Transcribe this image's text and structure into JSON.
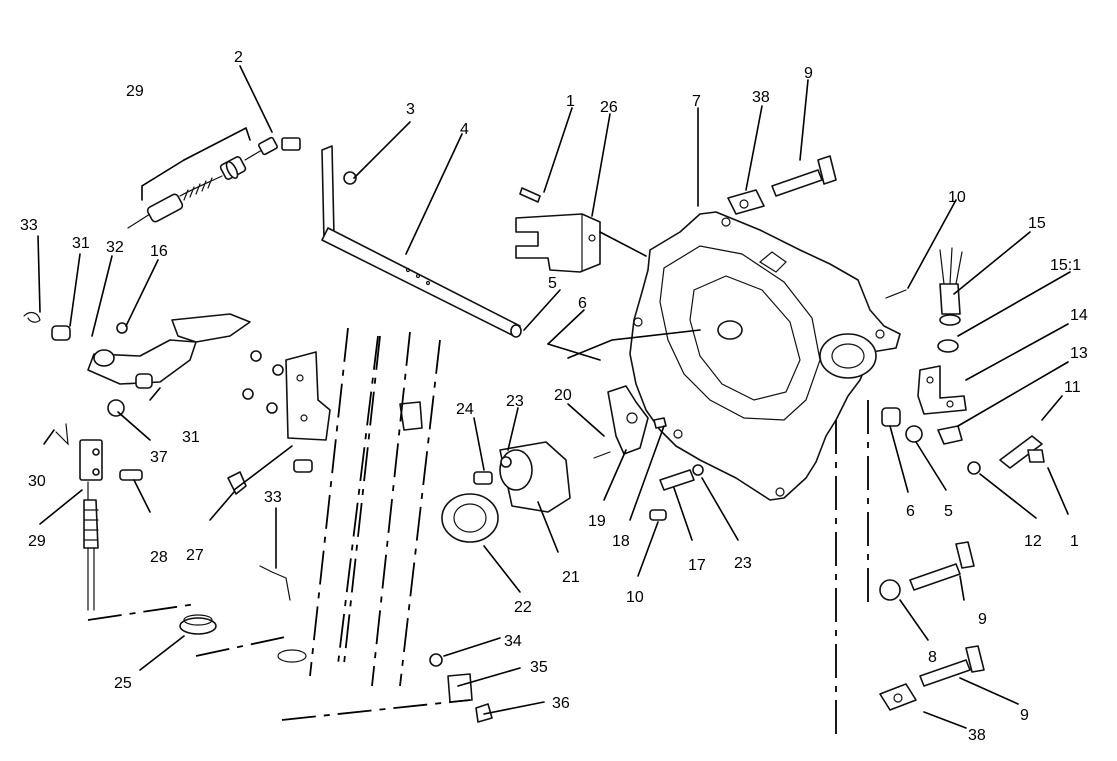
{
  "callouts": [
    {
      "text": "29"
    },
    {
      "text": "2"
    },
    {
      "text": "3"
    },
    {
      "text": "4"
    },
    {
      "text": "1"
    },
    {
      "text": "26"
    },
    {
      "text": "7"
    },
    {
      "text": "38"
    },
    {
      "text": "9"
    },
    {
      "text": "33"
    },
    {
      "text": "31"
    },
    {
      "text": "32"
    },
    {
      "text": "16"
    },
    {
      "text": "10"
    },
    {
      "text": "15"
    },
    {
      "text": "15:1"
    },
    {
      "text": "5"
    },
    {
      "text": "6"
    },
    {
      "text": "14"
    },
    {
      "text": "13"
    },
    {
      "text": "11"
    },
    {
      "text": "24"
    },
    {
      "text": "23"
    },
    {
      "text": "20"
    },
    {
      "text": "31"
    },
    {
      "text": "37"
    },
    {
      "text": "30"
    },
    {
      "text": "29"
    },
    {
      "text": "28"
    },
    {
      "text": "27"
    },
    {
      "text": "19"
    },
    {
      "text": "18"
    },
    {
      "text": "6"
    },
    {
      "text": "5"
    },
    {
      "text": "12"
    },
    {
      "text": "1"
    },
    {
      "text": "17"
    },
    {
      "text": "23"
    },
    {
      "text": "21"
    },
    {
      "text": "10"
    },
    {
      "text": "33"
    },
    {
      "text": "22"
    },
    {
      "text": "9"
    },
    {
      "text": "8"
    },
    {
      "text": "34"
    },
    {
      "text": "25"
    },
    {
      "text": "35"
    },
    {
      "text": "36"
    },
    {
      "text": "9"
    },
    {
      "text": "38"
    }
  ]
}
